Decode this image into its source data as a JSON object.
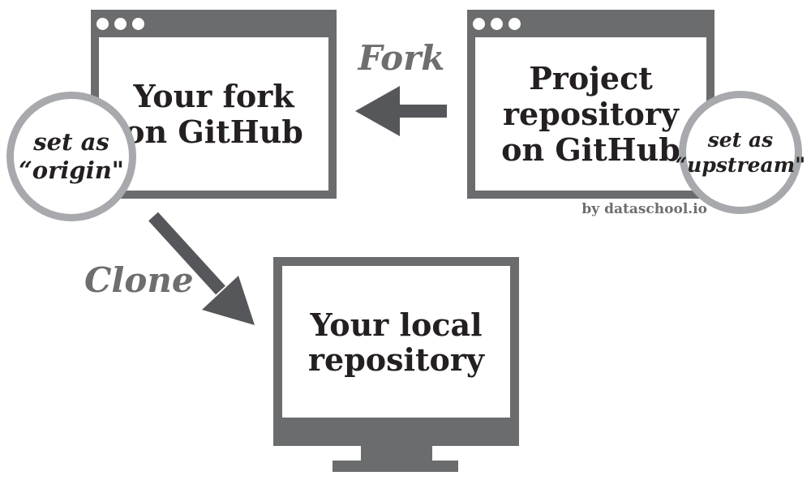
{
  "colors": {
    "frame_gray": "#6b6c6e",
    "arrow_gray": "#56575a",
    "label_gray": "#6d6e70",
    "ring_gray": "#a7a9ac",
    "text_dark": "#242021",
    "white": "#ffffff"
  },
  "fork_window": {
    "line1": "Your fork",
    "line2": "on GitHub"
  },
  "project_window": {
    "line1": "Project",
    "line2": "repository",
    "line3": "on GitHub"
  },
  "origin_badge": {
    "line1": "set as",
    "line2": "“origin\""
  },
  "upstream_badge": {
    "line1": "set as",
    "line2": "“upstream\""
  },
  "arrows": {
    "fork_label": "Fork",
    "clone_label": "Clone"
  },
  "monitor": {
    "line1": "Your local",
    "line2": "repository"
  },
  "byline": "by dataschool.io"
}
